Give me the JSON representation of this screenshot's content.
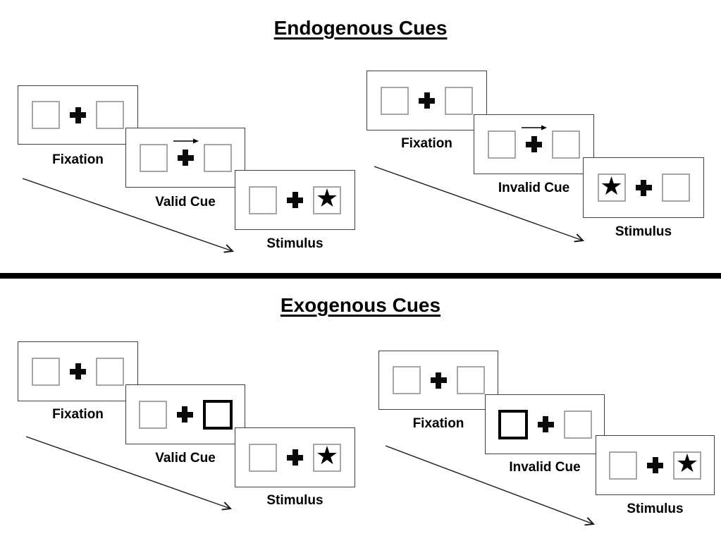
{
  "page": {
    "kind": "posner-cueing-task-diagram",
    "colors": {
      "ink": "#000000",
      "panel_border": "#3f3f3f",
      "box_border": "#a6a6a6",
      "divider": "#000000"
    }
  },
  "icons": {
    "star_glyph": "★",
    "fixation_cross": "plus-shape",
    "cue_arrow": "thin-right-arrow",
    "timeline_arrow": "diagonal-down-right-arrow"
  },
  "sections": [
    {
      "title": "Endogenous Cues",
      "groups": [
        {
          "condition": "valid",
          "cue_style": "central-arrow-above-cross",
          "panels": [
            {
              "label": "Fixation"
            },
            {
              "label": "Valid Cue",
              "cue_arrow": true
            },
            {
              "label": "Stimulus",
              "star_side": "right"
            }
          ]
        },
        {
          "condition": "invalid",
          "cue_style": "central-arrow-above-cross",
          "panels": [
            {
              "label": "Fixation"
            },
            {
              "label": "Invalid Cue",
              "cue_arrow": true
            },
            {
              "label": "Stimulus",
              "star_side": "left"
            }
          ]
        }
      ]
    },
    {
      "title": "Exogenous Cues",
      "groups": [
        {
          "condition": "valid",
          "cue_style": "peripheral-box-highlight",
          "panels": [
            {
              "label": "Fixation"
            },
            {
              "label": "Valid Cue",
              "highlight_side": "right"
            },
            {
              "label": "Stimulus",
              "star_side": "right"
            }
          ]
        },
        {
          "condition": "invalid",
          "cue_style": "peripheral-box-highlight",
          "panels": [
            {
              "label": "Fixation"
            },
            {
              "label": "Invalid Cue",
              "highlight_side": "left"
            },
            {
              "label": "Stimulus",
              "star_side": "right"
            }
          ]
        }
      ]
    }
  ]
}
